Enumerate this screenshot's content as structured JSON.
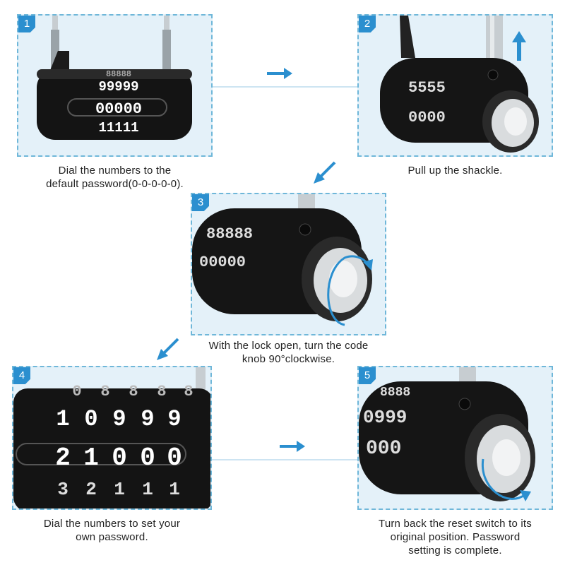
{
  "accent_color": "#2b8fcf",
  "steps": [
    {
      "number": "1",
      "lines": [
        "Dial the numbers to the",
        "default password(0-0-0-0-0)."
      ],
      "dials": {
        "top": "99999",
        "mid": "00000",
        "bottom": "11111",
        "upper": "88888"
      }
    },
    {
      "number": "2",
      "lines": [
        "Pull up the shackle."
      ]
    },
    {
      "number": "3",
      "lines": [
        "With the lock open, turn the code",
        "knob 90°clockwise."
      ]
    },
    {
      "number": "4",
      "lines": [
        "Dial the numbers to set your",
        "own password."
      ],
      "dials": {
        "row1": [
          "0",
          "8",
          "8",
          "8",
          "8"
        ],
        "row2": [
          "1",
          "0",
          "9",
          "9",
          "9"
        ],
        "row3": [
          "2",
          "1",
          "0",
          "0",
          "0"
        ],
        "row4": [
          "3",
          "2",
          "1",
          "1",
          "1"
        ]
      }
    },
    {
      "number": "5",
      "lines": [
        "Turn back the reset switch to its",
        "original position. Password",
        "setting is complete."
      ]
    }
  ],
  "icons": [
    "arrow-right-icon",
    "arrow-down-left-icon",
    "arrow-up-icon",
    "rotate-clockwise-icon"
  ]
}
